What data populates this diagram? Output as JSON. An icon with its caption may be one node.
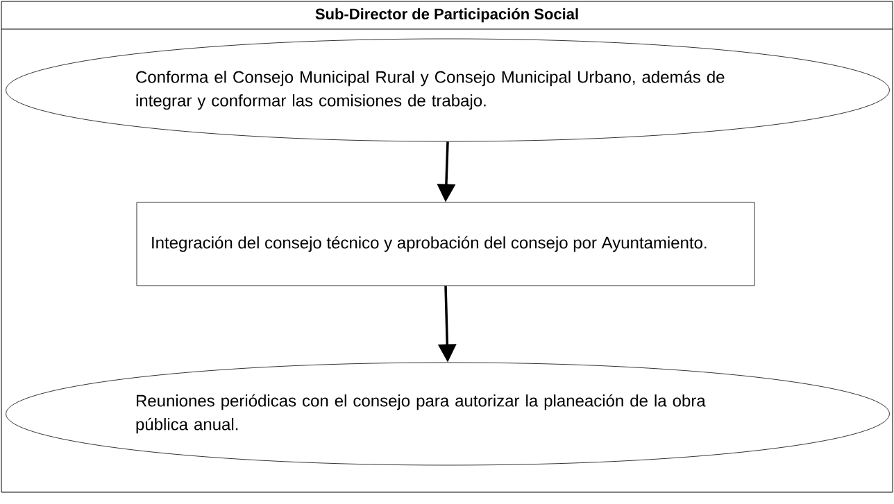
{
  "diagram": {
    "title": "Sub-Director de Participación Social",
    "nodes": [
      {
        "text": [
          "Conforma el Consejo Municipal Rural y Consejo Municipal Urbano, además de integrar y conformar las comisiones de trabajo."
        ]
      },
      {
        "text": [
          "Integración del consejo técnico y aprobación del consejo por Ayuntamiento."
        ]
      },
      {
        "text": [
          "Reuniones periódicas con el consejo para autorizar la planeación de la obra pública anual."
        ]
      }
    ],
    "edges": [
      {
        "from": 0,
        "to": 1,
        "arrow": "to"
      },
      {
        "from": 1,
        "to": 2,
        "arrow": "to"
      }
    ]
  }
}
